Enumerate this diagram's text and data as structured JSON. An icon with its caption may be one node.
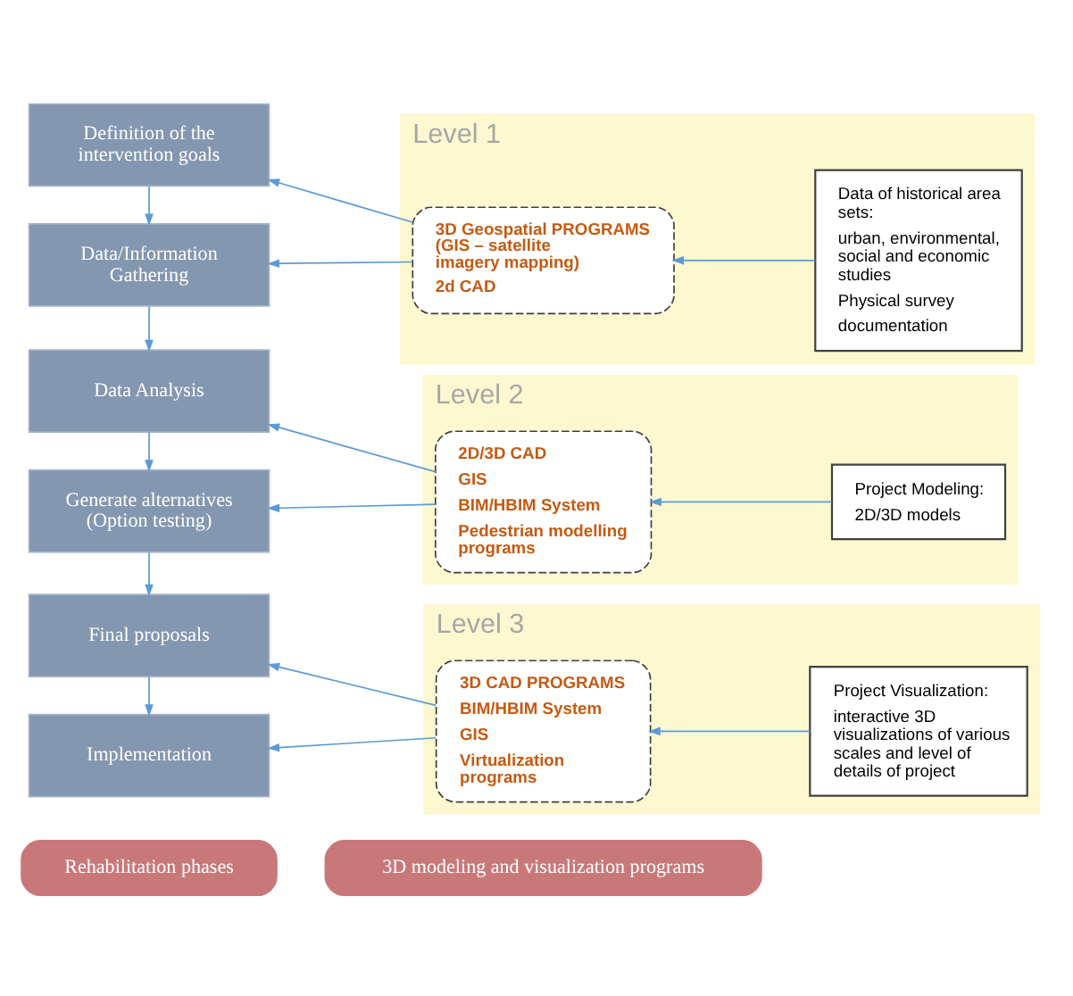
{
  "diagram": {
    "nodes": [
      {
        "text": [
          "Rehabilitation phases"
        ]
      },
      {
        "text": [
          "3D modeling and visualization programs"
        ]
      },
      {
        "text": [
          "Definition of the intervention goals"
        ]
      },
      {
        "text": [
          "Data/Information Gathering"
        ]
      },
      {
        "text": [
          "Data Analysis"
        ]
      },
      {
        "text": [
          "Generate alternatives (Option testing)"
        ]
      },
      {
        "text": [
          "Final proposals"
        ]
      },
      {
        "text": [
          "Implementation"
        ]
      },
      {
        "text": [
          "Level 1"
        ]
      },
      {
        "text": [
          "3D Geospatial PROGRAMS (GIS – satellite imagery mapping)",
          "2d CAD"
        ],
        "in": 8
      },
      {
        "text": [
          "Data of historical area sets:",
          "urban, environmental, social and economic studies",
          "Physical survey",
          "documentation"
        ],
        "in": 8
      },
      {
        "text": [
          "Level 2"
        ]
      },
      {
        "text": [
          "2D/3D CAD",
          "GIS",
          "BIM/HBIM System",
          "Pedestrian modelling programs"
        ],
        "in": 11
      },
      {
        "text": [
          "Project Modeling:",
          "2D/3D models"
        ],
        "in": 11
      },
      {
        "text": [
          "Level 3"
        ]
      },
      {
        "text": [
          "3D CAD PROGRAMS",
          "BIM/HBIM System",
          "GIS",
          "Virtualization programs"
        ],
        "in": 14
      },
      {
        "text": [
          "Project Visualization:",
          "interactive 3D visualizations of various scales and level of details of project"
        ],
        "in": 14
      }
    ],
    "edges": [
      {
        "from": 2,
        "to": 3,
        "arrow": "to"
      },
      {
        "from": 3,
        "to": 4,
        "arrow": "to"
      },
      {
        "from": 4,
        "to": 5,
        "arrow": "to"
      },
      {
        "from": 5,
        "to": 6,
        "arrow": "to"
      },
      {
        "from": 6,
        "to": 7,
        "arrow": "to"
      },
      {
        "from": 10,
        "to": 9,
        "arrow": "to"
      },
      {
        "from": 9,
        "to": 2,
        "arrow": "to"
      },
      {
        "from": 9,
        "to": 3,
        "arrow": "to"
      },
      {
        "from": 13,
        "to": 12,
        "arrow": "to"
      },
      {
        "from": 12,
        "to": 4,
        "arrow": "to"
      },
      {
        "from": 12,
        "to": 5,
        "arrow": "to"
      },
      {
        "from": 16,
        "to": 15,
        "arrow": "to"
      },
      {
        "from": 15,
        "to": 6,
        "arrow": "to"
      },
      {
        "from": 15,
        "to": 7,
        "arrow": "to"
      }
    ]
  }
}
